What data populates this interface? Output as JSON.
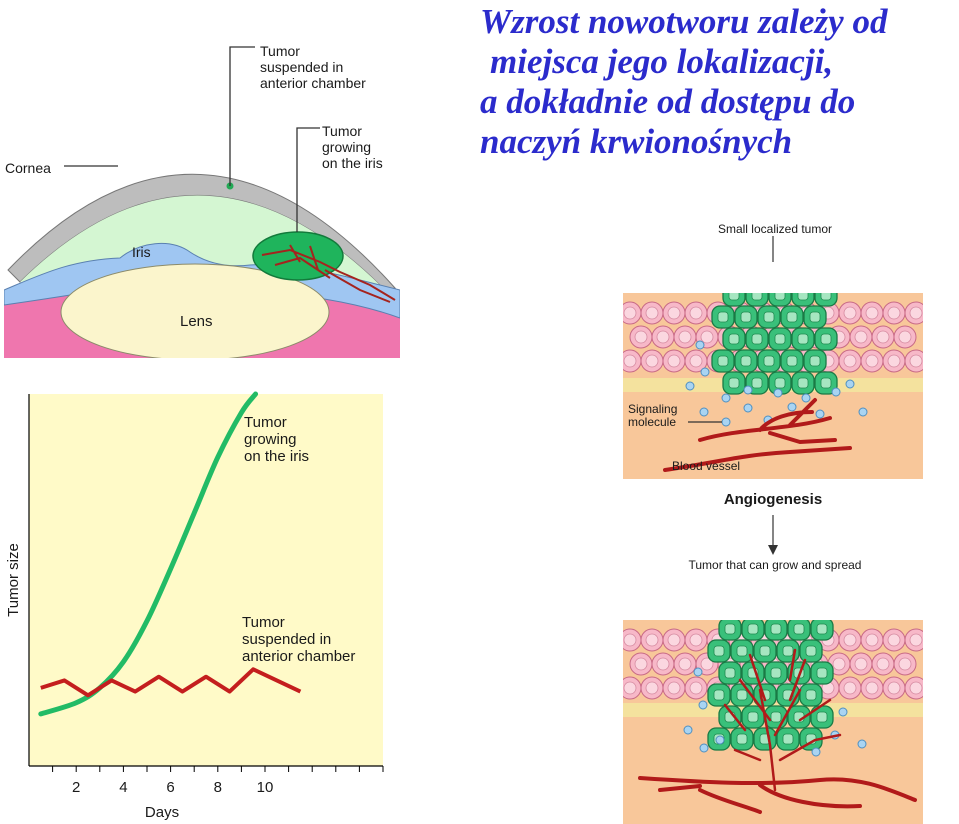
{
  "title_lines": [
    "Wzrost nowotworu zależy od",
    "miejsca jego lokalizacji,",
    "a dokładnie od dostępu do",
    "naczyń krwionośnych"
  ],
  "eye": {
    "tumor_chamber": [
      "Tumor",
      "suspended in",
      "anterior chamber"
    ],
    "tumor_iris": [
      "Tumor",
      "growing",
      "on the iris"
    ],
    "cornea": "Cornea",
    "iris": "Iris",
    "lens": "Lens"
  },
  "chart_data": {
    "type": "line",
    "xlabel": "Days",
    "ylabel": "Tumor size",
    "x_ticks": [
      2,
      4,
      6,
      8,
      10
    ],
    "xlim": [
      0,
      15
    ],
    "ylim": [
      0,
      10
    ],
    "series": [
      {
        "name": "Tumor growing on the iris",
        "label_lines": [
          "Tumor",
          "growing",
          "on the iris"
        ],
        "color": "#22bb66",
        "x": [
          0.5,
          2,
          3,
          4,
          5,
          6,
          7,
          8,
          9,
          9.6
        ],
        "y": [
          1.4,
          1.7,
          2.1,
          2.8,
          3.9,
          5.3,
          6.8,
          8.3,
          9.5,
          10.0
        ]
      },
      {
        "name": "Tumor suspended in anterior chamber",
        "label_lines": [
          "Tumor",
          "suspended in",
          "anterior chamber"
        ],
        "color": "#c41e1e",
        "x": [
          0.5,
          1.5,
          2.5,
          3.5,
          4.5,
          5.5,
          6.5,
          7.5,
          8.5,
          9.5,
          10.5,
          11.5
        ],
        "y": [
          2.1,
          2.3,
          1.9,
          2.3,
          2.0,
          2.4,
          2.0,
          2.4,
          2.0,
          2.6,
          2.3,
          2.0
        ]
      }
    ]
  },
  "angio": {
    "small_tumor": "Small localized tumor",
    "signaling_lines": [
      "Signaling",
      "molecule"
    ],
    "blood_vessel": "Blood vessel",
    "process": "Angiogenesis",
    "grown_tumor": "Tumor that can grow and spread"
  }
}
